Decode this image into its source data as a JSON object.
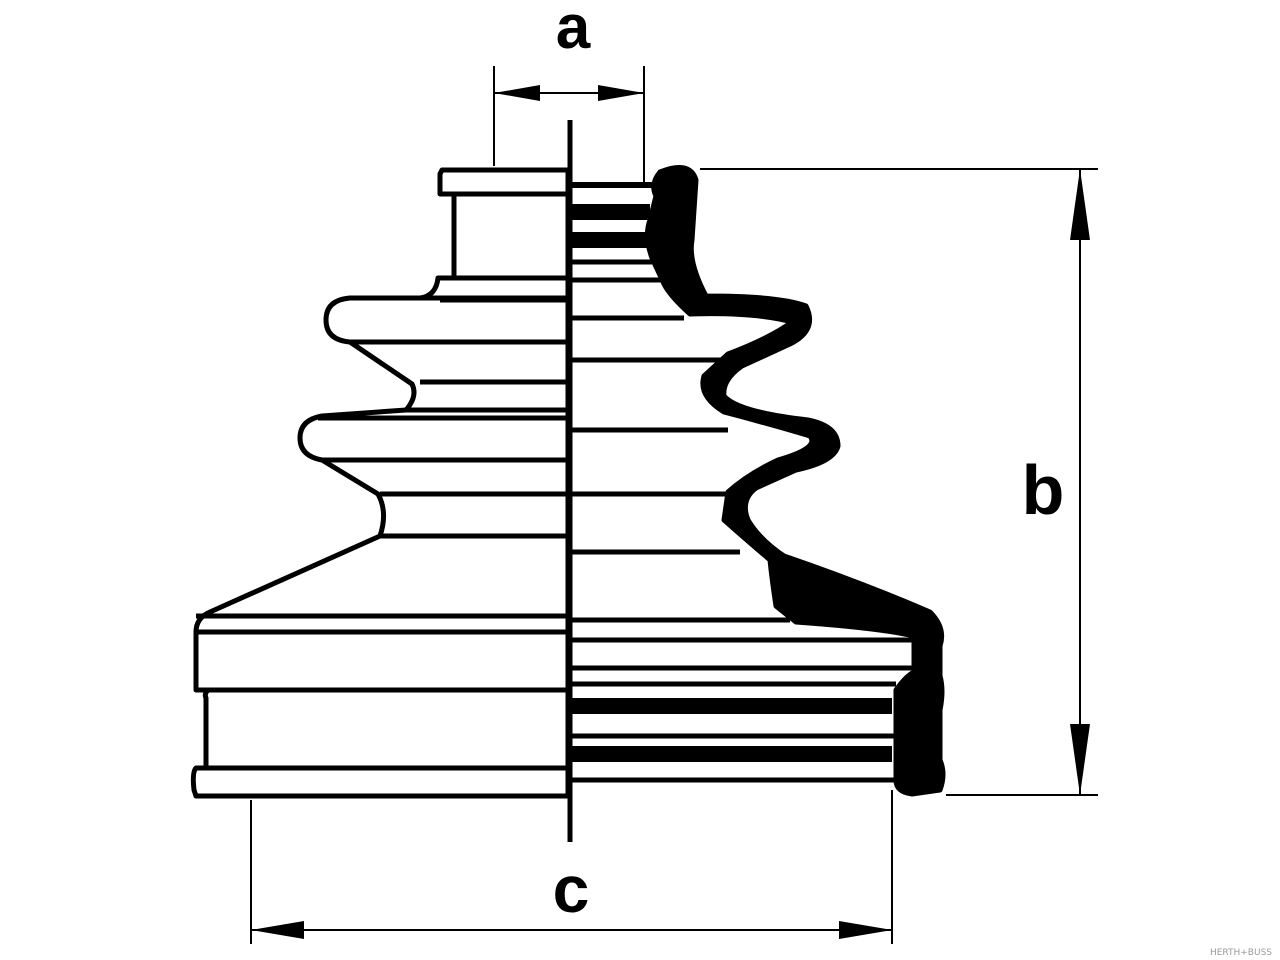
{
  "diagram": {
    "labels": {
      "a": "a",
      "b": "b",
      "c": "c"
    },
    "watermark": "HERTH+BUSS",
    "colors": {
      "line": "#000000",
      "background": "#ffffff",
      "watermark": "#999999"
    }
  }
}
